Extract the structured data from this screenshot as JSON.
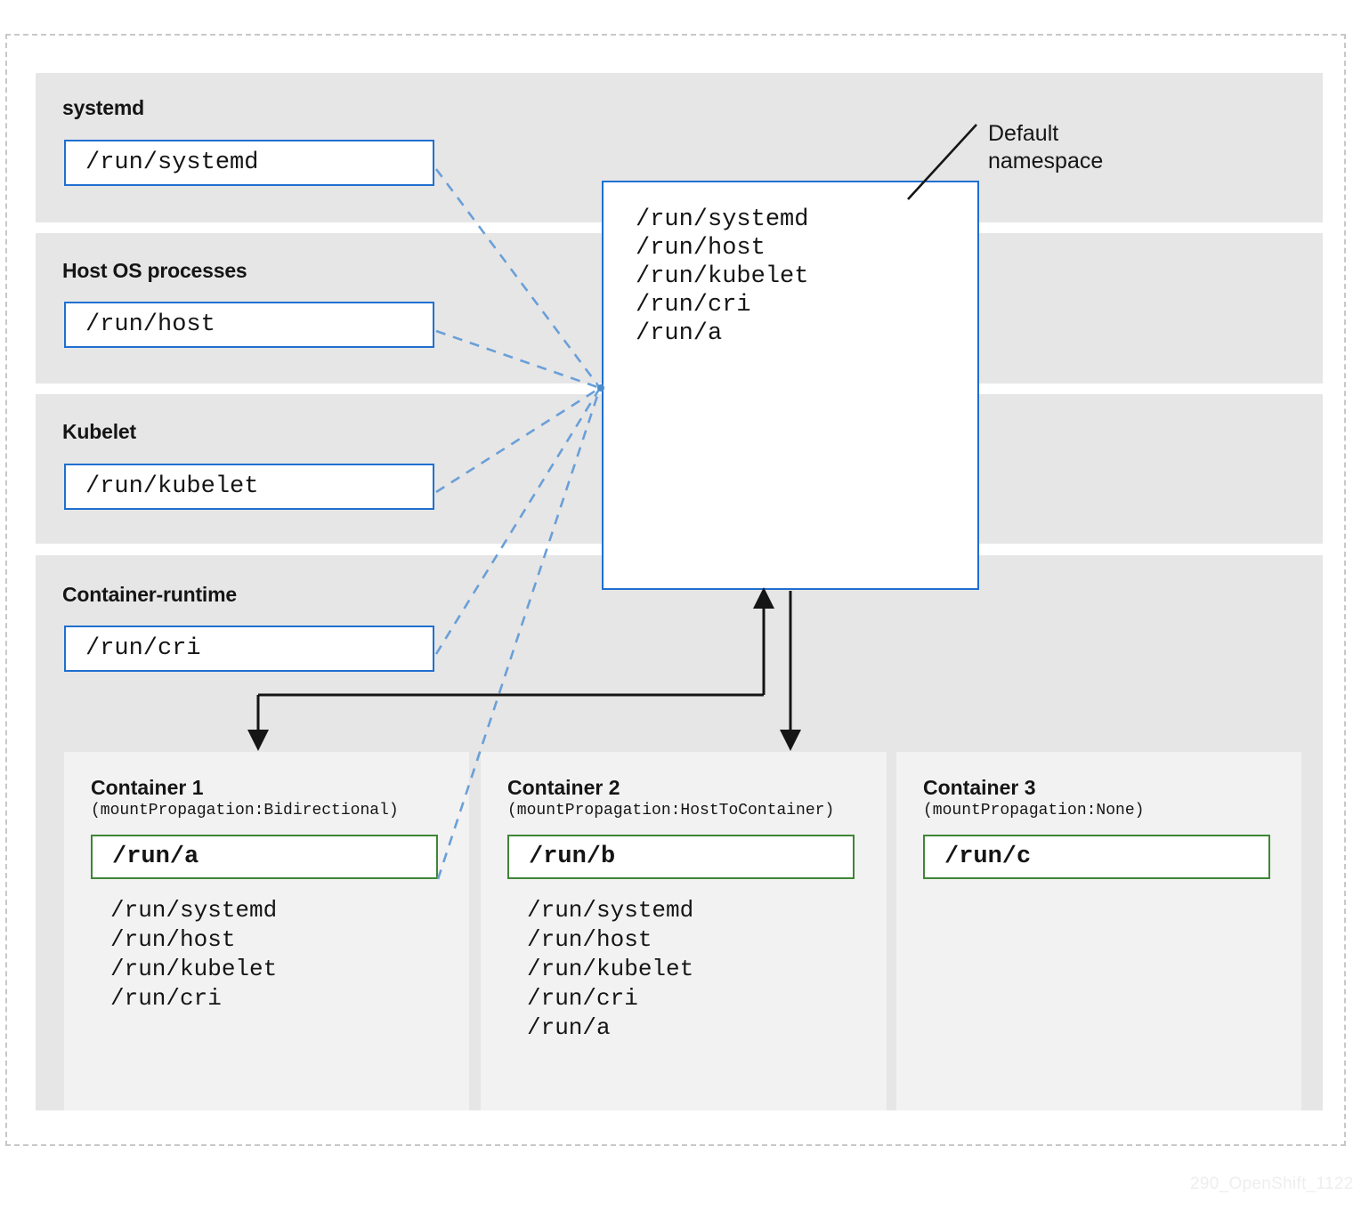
{
  "diagram": {
    "footer_code": "290_OpenShift_1122",
    "colors": {
      "band_bg": "#e6e6e6",
      "card_bg": "#f2f2f2",
      "host_box_border": "#1f6fd0",
      "container_box_border": "#3e8635",
      "dashed_link": "#6a9fd8",
      "arrow": "#151515",
      "frame_dash": "#c8c8c8"
    }
  },
  "host_sections": [
    {
      "title": "systemd",
      "path": "/run/systemd"
    },
    {
      "title": "Host OS processes",
      "path": "/run/host"
    },
    {
      "title": "Kubelet",
      "path": "/run/kubelet"
    },
    {
      "title": "Container-runtime",
      "path": "/run/cri"
    }
  ],
  "namespace": {
    "label": "Default\nnamespace",
    "mounts": "/run/systemd\n/run/host\n/run/kubelet\n/run/cri\n/run/a"
  },
  "containers": [
    {
      "title": "Container 1",
      "subtitle": "(mountPropagation:Bidirectional)",
      "mount": "/run/a",
      "paths": "/run/systemd\n/run/host\n/run/kubelet\n/run/cri"
    },
    {
      "title": "Container 2",
      "subtitle": "(mountPropagation:HostToContainer)",
      "mount": "/run/b",
      "paths": "/run/systemd\n/run/host\n/run/kubelet\n/run/cri\n/run/a"
    },
    {
      "title": "Container 3",
      "subtitle": "(mountPropagation:None)",
      "mount": "/run/c",
      "paths": ""
    }
  ]
}
